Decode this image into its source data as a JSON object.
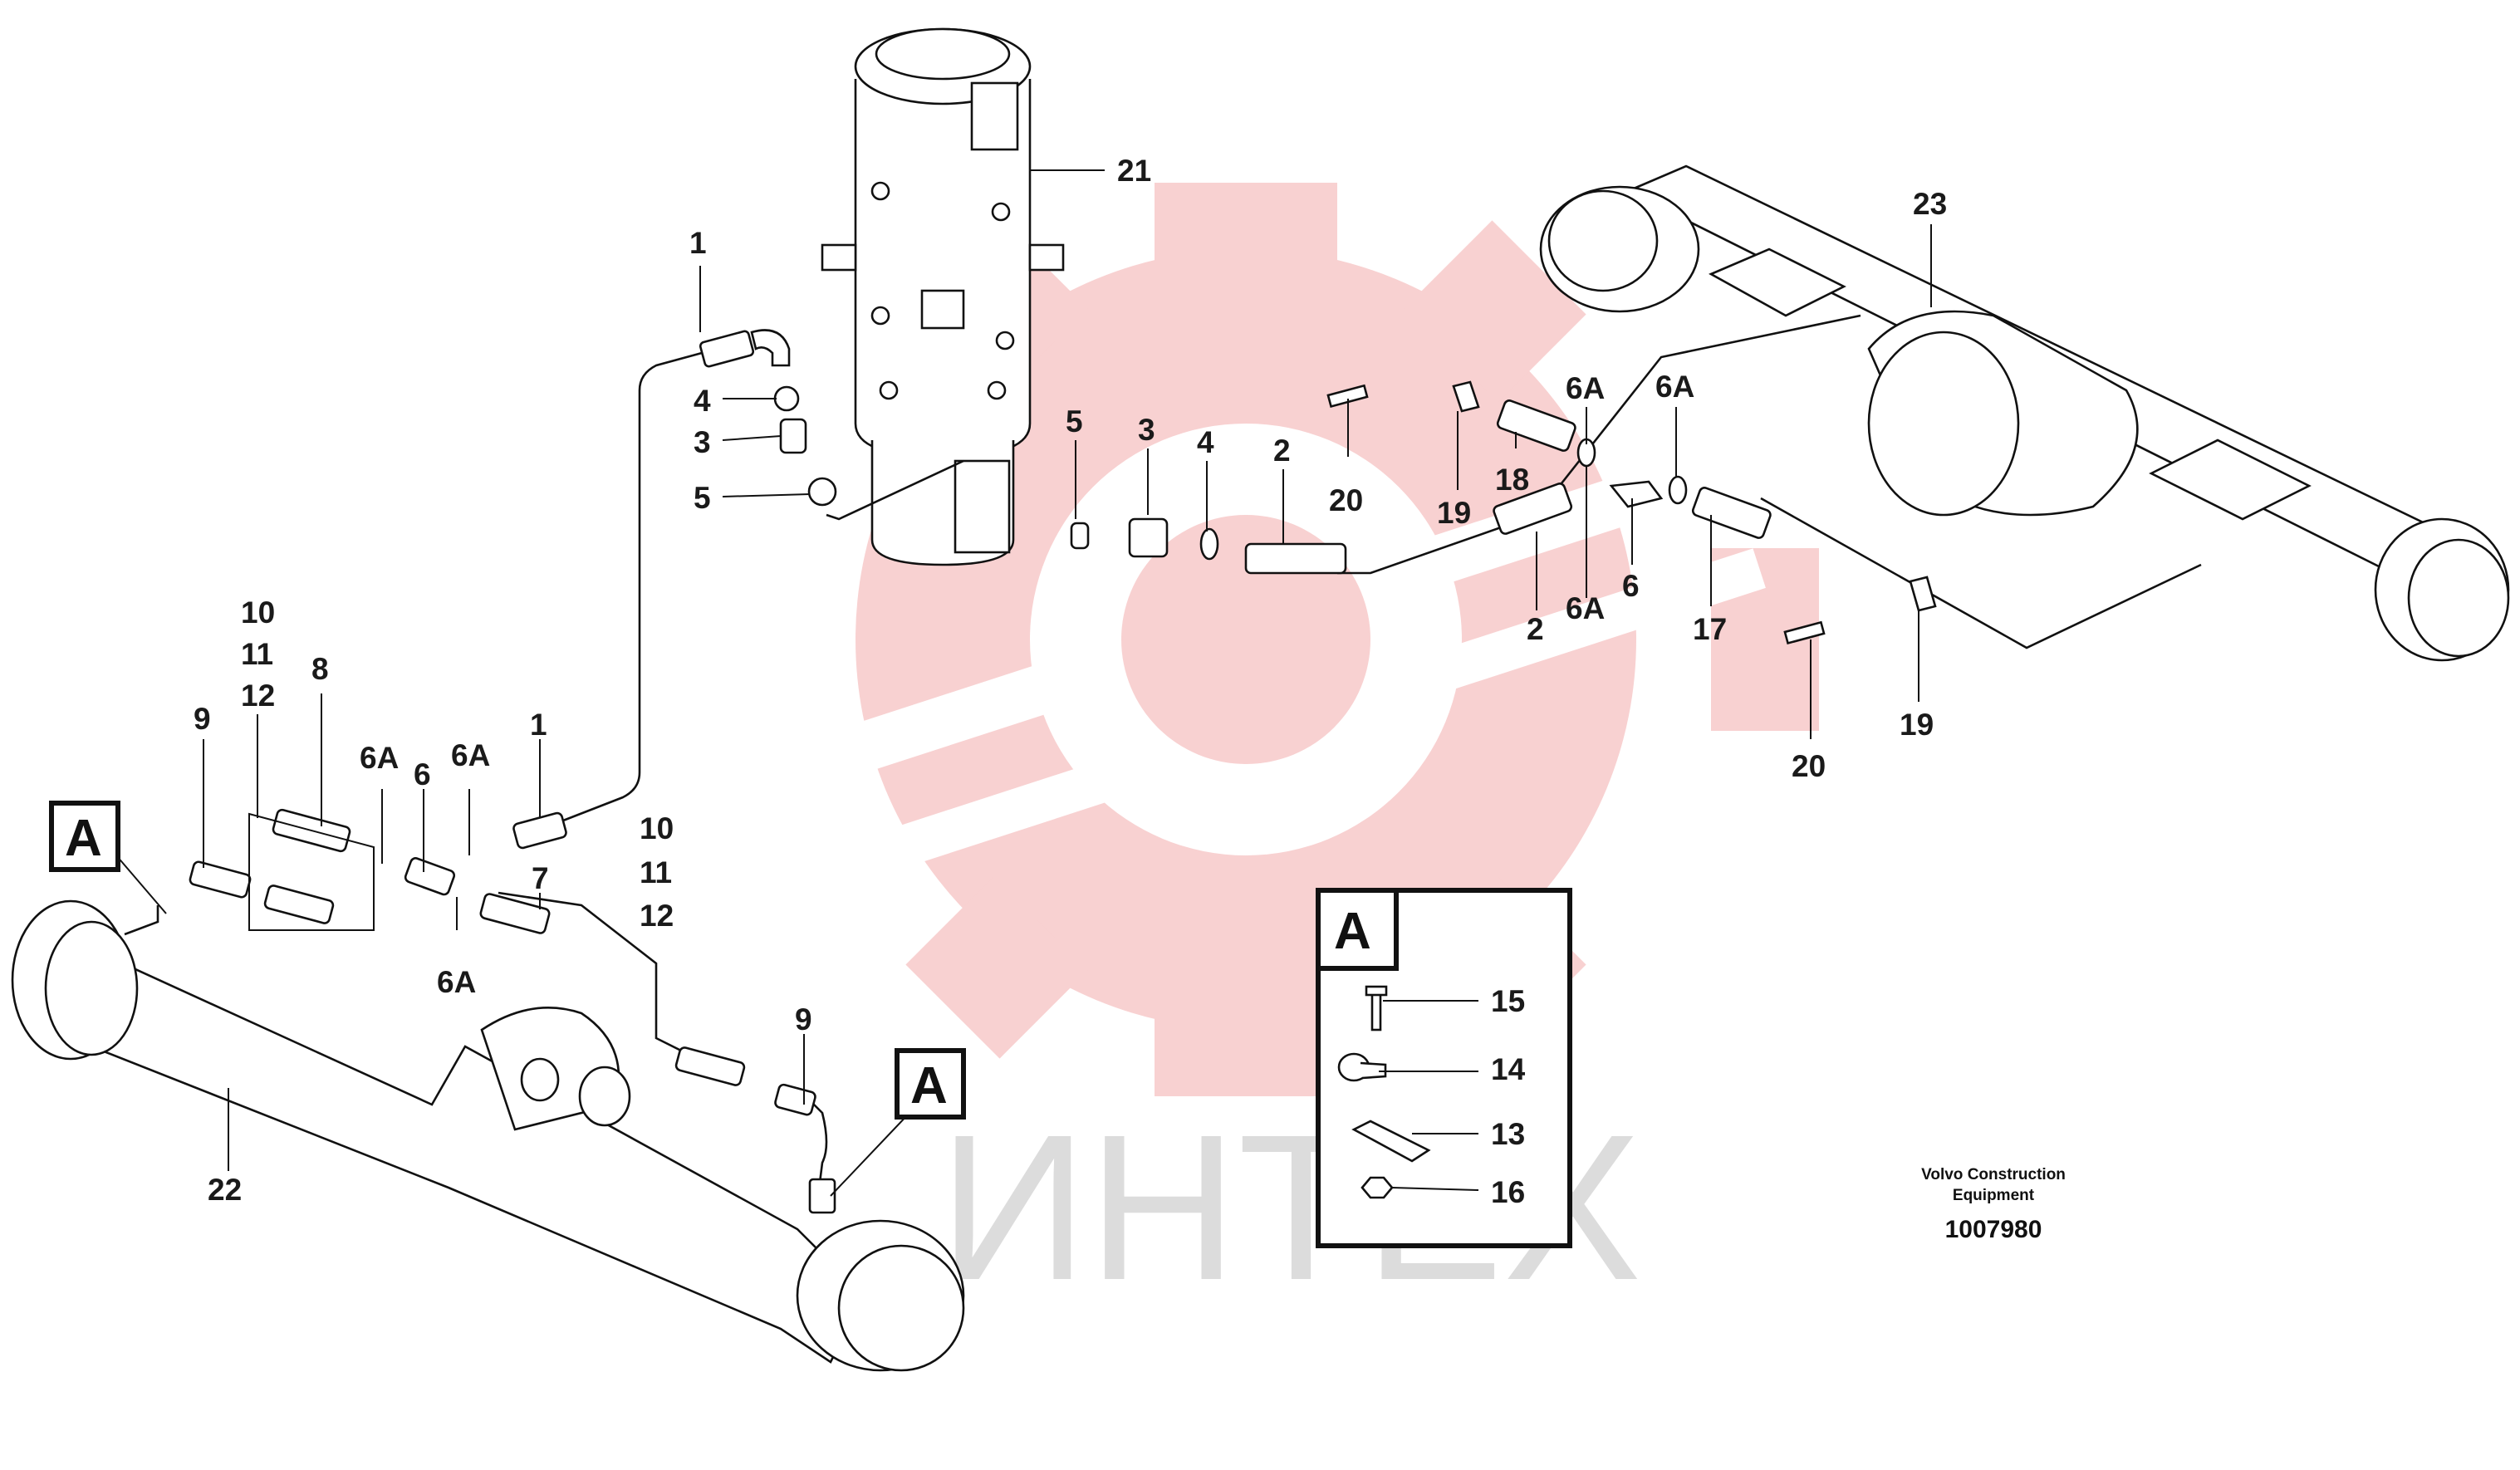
{
  "watermark": {
    "text": "ИНТЕХ",
    "gear_color": "#f7c9c9",
    "text_color": "#dcdcdc"
  },
  "callouts": {
    "c1_top": "1",
    "c4_left": "4",
    "c3_left": "3",
    "c5_left": "5",
    "c21": "21",
    "c23": "23",
    "c5_mid": "5",
    "c3_mid": "3",
    "c4_mid": "4",
    "c2_mid": "2",
    "c20_top": "20",
    "c19_top": "19",
    "c18": "18",
    "c6A_r1": "6A",
    "c6A_r2": "6A",
    "c2_r": "2",
    "c6A_r3": "6A",
    "c6_r": "6",
    "c17": "17",
    "c20_bot": "20",
    "c19_bot": "19",
    "c10_l": "10",
    "c11_l": "11",
    "c12_l": "12",
    "c9_l": "9",
    "c8": "8",
    "c6A_l1": "6A",
    "c6_l": "6",
    "c6A_l2": "6A",
    "c1_l": "1",
    "c7": "7",
    "c6A_l3": "6A",
    "c10_m": "10",
    "c11_m": "11",
    "c12_m": "12",
    "c9_m": "9",
    "c22": "22"
  },
  "detail_labels": {
    "a_left": "A",
    "a_mid": "A"
  },
  "inset": {
    "label": "A",
    "c15": "15",
    "c14": "14",
    "c13": "13",
    "c16": "16"
  },
  "footer": {
    "brand_line1": "Volvo Construction",
    "brand_line2": "Equipment",
    "doc_number": "1007980"
  }
}
